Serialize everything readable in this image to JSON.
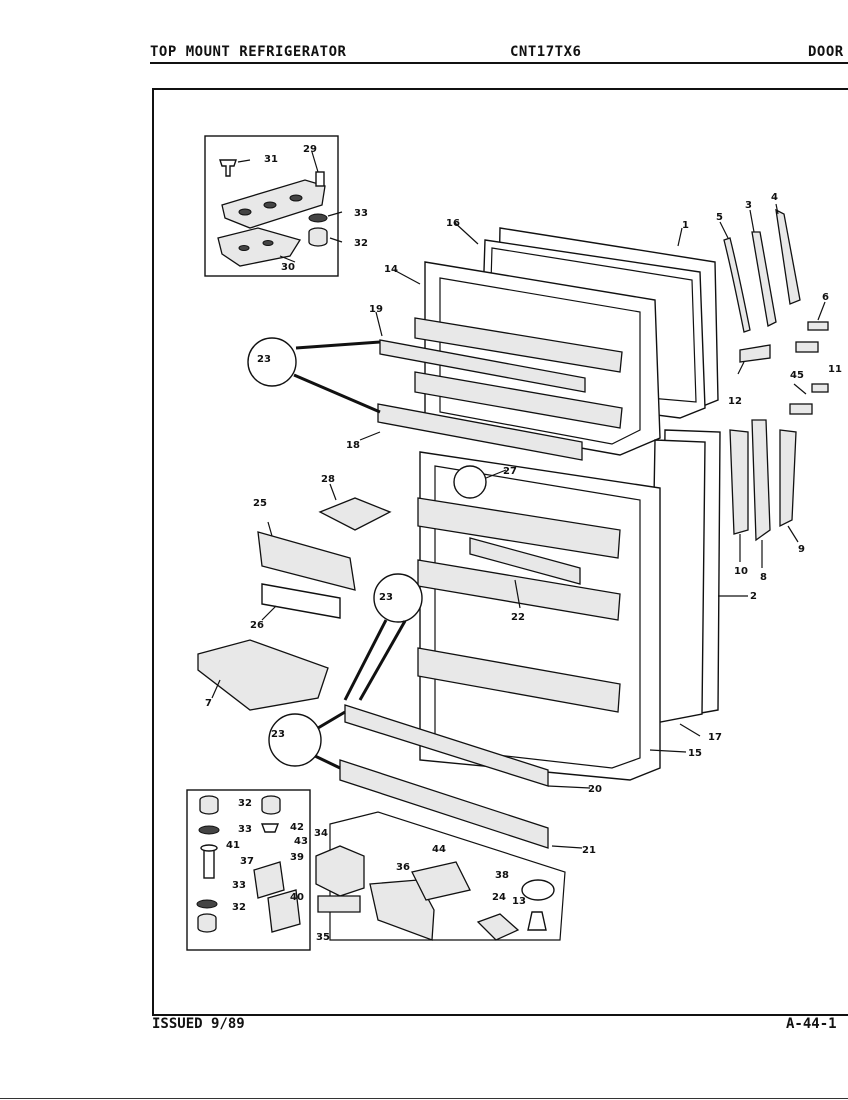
{
  "header": {
    "left": "TOP MOUNT REFRIGERATOR",
    "center": "CNT17TX6",
    "right": "DOOR"
  },
  "footer": {
    "left": "ISSUED 9/89",
    "right": "A-44-1"
  },
  "callouts": {
    "n1": "1",
    "n2": "2",
    "n3": "3",
    "n4": "4",
    "n5": "5",
    "n6": "6",
    "n7": "7",
    "n8": "8",
    "n9": "9",
    "n10": "10",
    "n11": "11",
    "n12": "12",
    "n13": "13",
    "n14": "14",
    "n15": "15",
    "n16": "16",
    "n17": "17",
    "n18": "18",
    "n19": "19",
    "n20": "20",
    "n21": "21",
    "n22": "22",
    "n23": "23",
    "n24": "24",
    "n25": "25",
    "n26": "26",
    "n27": "27",
    "n28": "28",
    "n29": "29",
    "n30": "30",
    "n31": "31",
    "n32": "32",
    "n33": "33",
    "n34": "34",
    "n35": "35",
    "n36": "36",
    "n37": "37",
    "n38": "38",
    "n39": "39",
    "n40": "40",
    "n41": "41",
    "n42": "42",
    "n43": "43",
    "n44": "44",
    "n45": "45"
  }
}
